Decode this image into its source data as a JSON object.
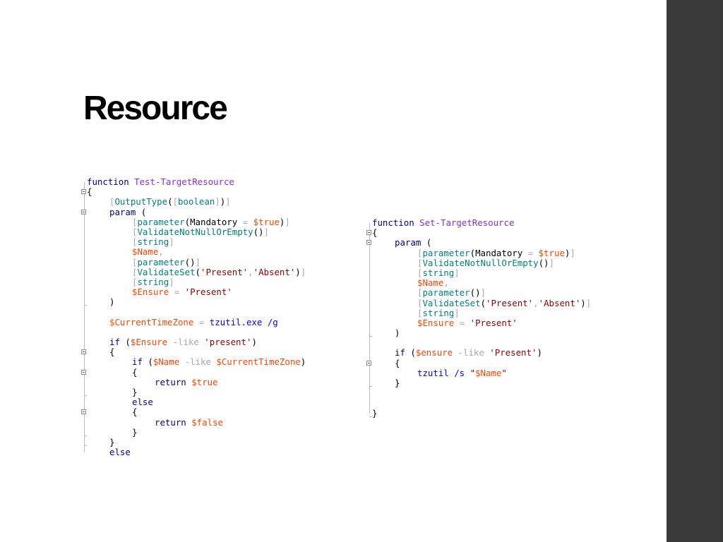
{
  "slide": {
    "title": "Resource"
  },
  "colors": {
    "sidebar": "#3a3a3a",
    "keyword": "#00008b",
    "function_name": "#8a2be2",
    "type": "#008080",
    "variable": "#ff4500",
    "operator": "#a9a9a9",
    "string": "#8b0000",
    "command": "#0000ff"
  },
  "code_left": {
    "lines": [
      {
        "indent": 0,
        "fold": false,
        "tokens": [
          {
            "t": "function ",
            "c": "kw"
          },
          {
            "t": "Test-TargetResource",
            "c": "fn"
          }
        ]
      },
      {
        "indent": 0,
        "fold": true,
        "tokens": [
          {
            "t": "{",
            "c": "par"
          }
        ]
      },
      {
        "indent": 1,
        "fold": false,
        "tokens": [
          {
            "t": "[",
            "c": "brk"
          },
          {
            "t": "OutputType",
            "c": "ty"
          },
          {
            "t": "(",
            "c": "par"
          },
          {
            "t": "[",
            "c": "brk"
          },
          {
            "t": "boolean",
            "c": "ty"
          },
          {
            "t": "]",
            "c": "brk"
          },
          {
            "t": ")",
            "c": "par"
          },
          {
            "t": "]",
            "c": "brk"
          }
        ]
      },
      {
        "indent": 1,
        "fold": true,
        "tokens": [
          {
            "t": "param ",
            "c": "kw"
          },
          {
            "t": "(",
            "c": "par"
          }
        ]
      },
      {
        "indent": 2,
        "fold": false,
        "tokens": [
          {
            "t": "[",
            "c": "brk"
          },
          {
            "t": "parameter",
            "c": "ty"
          },
          {
            "t": "(",
            "c": "par"
          },
          {
            "t": "Mandatory",
            "c": "tx"
          },
          {
            "t": " = ",
            "c": "op"
          },
          {
            "t": "$true",
            "c": "var"
          },
          {
            "t": ")",
            "c": "par"
          },
          {
            "t": "]",
            "c": "brk"
          }
        ]
      },
      {
        "indent": 2,
        "fold": false,
        "tokens": [
          {
            "t": "[",
            "c": "brk"
          },
          {
            "t": "ValidateNotNullOrEmpty",
            "c": "ty"
          },
          {
            "t": "()",
            "c": "par"
          },
          {
            "t": "]",
            "c": "brk"
          }
        ]
      },
      {
        "indent": 2,
        "fold": false,
        "tokens": [
          {
            "t": "[",
            "c": "brk"
          },
          {
            "t": "string",
            "c": "ty"
          },
          {
            "t": "]",
            "c": "brk"
          }
        ]
      },
      {
        "indent": 2,
        "fold": false,
        "tokens": [
          {
            "t": "$Name",
            "c": "var"
          },
          {
            "t": ",",
            "c": "op"
          }
        ]
      },
      {
        "indent": 2,
        "fold": false,
        "tokens": [
          {
            "t": "[",
            "c": "brk"
          },
          {
            "t": "parameter",
            "c": "ty"
          },
          {
            "t": "()",
            "c": "par"
          },
          {
            "t": "]",
            "c": "brk"
          }
        ]
      },
      {
        "indent": 2,
        "fold": false,
        "tokens": [
          {
            "t": "[",
            "c": "brk"
          },
          {
            "t": "ValidateSet",
            "c": "ty"
          },
          {
            "t": "(",
            "c": "par"
          },
          {
            "t": "'Present'",
            "c": "str"
          },
          {
            "t": ",",
            "c": "op"
          },
          {
            "t": "'Absent'",
            "c": "str"
          },
          {
            "t": ")",
            "c": "par"
          },
          {
            "t": "]",
            "c": "brk"
          }
        ]
      },
      {
        "indent": 2,
        "fold": false,
        "tokens": [
          {
            "t": "[",
            "c": "brk"
          },
          {
            "t": "string",
            "c": "ty"
          },
          {
            "t": "]",
            "c": "brk"
          }
        ]
      },
      {
        "indent": 2,
        "fold": false,
        "tokens": [
          {
            "t": "$Ensure",
            "c": "var"
          },
          {
            "t": " = ",
            "c": "op"
          },
          {
            "t": "'Present'",
            "c": "str"
          }
        ]
      },
      {
        "indent": 1,
        "fold": false,
        "tick": true,
        "tokens": [
          {
            "t": ")",
            "c": "par"
          }
        ]
      },
      {
        "indent": 0,
        "fold": false,
        "tokens": []
      },
      {
        "indent": 1,
        "fold": false,
        "tokens": [
          {
            "t": "$CurrentTimeZone",
            "c": "var"
          },
          {
            "t": " = ",
            "c": "op"
          },
          {
            "t": "tzutil.exe",
            "c": "cmd"
          },
          {
            "t": " /g",
            "c": "cmd"
          }
        ]
      },
      {
        "indent": 0,
        "fold": false,
        "tokens": []
      },
      {
        "indent": 1,
        "fold": false,
        "tokens": [
          {
            "t": "if ",
            "c": "kw"
          },
          {
            "t": "(",
            "c": "par"
          },
          {
            "t": "$Ensure",
            "c": "var"
          },
          {
            "t": " -like ",
            "c": "op"
          },
          {
            "t": "'present'",
            "c": "str"
          },
          {
            "t": ")",
            "c": "par"
          }
        ]
      },
      {
        "indent": 1,
        "fold": true,
        "tokens": [
          {
            "t": "{",
            "c": "par"
          }
        ]
      },
      {
        "indent": 2,
        "fold": false,
        "tokens": [
          {
            "t": "if ",
            "c": "kw"
          },
          {
            "t": "(",
            "c": "par"
          },
          {
            "t": "$Name",
            "c": "var"
          },
          {
            "t": " -like ",
            "c": "op"
          },
          {
            "t": "$CurrentTimeZone",
            "c": "var"
          },
          {
            "t": ")",
            "c": "par"
          }
        ]
      },
      {
        "indent": 2,
        "fold": true,
        "tokens": [
          {
            "t": "{",
            "c": "par"
          }
        ]
      },
      {
        "indent": 3,
        "fold": false,
        "tokens": [
          {
            "t": "return ",
            "c": "kw"
          },
          {
            "t": "$true",
            "c": "var"
          }
        ]
      },
      {
        "indent": 2,
        "fold": false,
        "tick": true,
        "tokens": [
          {
            "t": "}",
            "c": "par"
          }
        ]
      },
      {
        "indent": 2,
        "fold": false,
        "tokens": [
          {
            "t": "else",
            "c": "kw"
          }
        ]
      },
      {
        "indent": 2,
        "fold": true,
        "tokens": [
          {
            "t": "{",
            "c": "par"
          }
        ]
      },
      {
        "indent": 3,
        "fold": false,
        "tokens": [
          {
            "t": "return ",
            "c": "kw"
          },
          {
            "t": "$false",
            "c": "var"
          }
        ]
      },
      {
        "indent": 2,
        "fold": false,
        "tick": true,
        "tokens": [
          {
            "t": "}",
            "c": "par"
          }
        ]
      },
      {
        "indent": 1,
        "fold": false,
        "tick": true,
        "tokens": [
          {
            "t": "}",
            "c": "par"
          }
        ]
      },
      {
        "indent": 1,
        "fold": false,
        "tokens": [
          {
            "t": "else",
            "c": "kw"
          }
        ]
      }
    ]
  },
  "code_right": {
    "lines": [
      {
        "indent": 0,
        "fold": false,
        "tokens": [
          {
            "t": "function ",
            "c": "kw"
          },
          {
            "t": "Set-TargetResource",
            "c": "fn"
          }
        ]
      },
      {
        "indent": 0,
        "fold": true,
        "tokens": [
          {
            "t": "{",
            "c": "par"
          }
        ]
      },
      {
        "indent": 1,
        "fold": true,
        "tokens": [
          {
            "t": "param ",
            "c": "kw"
          },
          {
            "t": "(",
            "c": "par"
          }
        ]
      },
      {
        "indent": 2,
        "fold": false,
        "tokens": [
          {
            "t": "[",
            "c": "brk"
          },
          {
            "t": "parameter",
            "c": "ty"
          },
          {
            "t": "(",
            "c": "par"
          },
          {
            "t": "Mandatory",
            "c": "tx"
          },
          {
            "t": " = ",
            "c": "op"
          },
          {
            "t": "$true",
            "c": "var"
          },
          {
            "t": ")",
            "c": "par"
          },
          {
            "t": "]",
            "c": "brk"
          }
        ]
      },
      {
        "indent": 2,
        "fold": false,
        "tokens": [
          {
            "t": "[",
            "c": "brk"
          },
          {
            "t": "ValidateNotNullOrEmpty",
            "c": "ty"
          },
          {
            "t": "()",
            "c": "par"
          },
          {
            "t": "]",
            "c": "brk"
          }
        ]
      },
      {
        "indent": 2,
        "fold": false,
        "tokens": [
          {
            "t": "[",
            "c": "brk"
          },
          {
            "t": "string",
            "c": "ty"
          },
          {
            "t": "]",
            "c": "brk"
          }
        ]
      },
      {
        "indent": 2,
        "fold": false,
        "tokens": [
          {
            "t": "$Name",
            "c": "var"
          },
          {
            "t": ",",
            "c": "op"
          }
        ]
      },
      {
        "indent": 2,
        "fold": false,
        "tokens": [
          {
            "t": "[",
            "c": "brk"
          },
          {
            "t": "parameter",
            "c": "ty"
          },
          {
            "t": "()",
            "c": "par"
          },
          {
            "t": "]",
            "c": "brk"
          }
        ]
      },
      {
        "indent": 2,
        "fold": false,
        "tokens": [
          {
            "t": "[",
            "c": "brk"
          },
          {
            "t": "ValidateSet",
            "c": "ty"
          },
          {
            "t": "(",
            "c": "par"
          },
          {
            "t": "'Present'",
            "c": "str"
          },
          {
            "t": ",",
            "c": "op"
          },
          {
            "t": "'Absent'",
            "c": "str"
          },
          {
            "t": ")",
            "c": "par"
          },
          {
            "t": "]",
            "c": "brk"
          }
        ]
      },
      {
        "indent": 2,
        "fold": false,
        "tokens": [
          {
            "t": "[",
            "c": "brk"
          },
          {
            "t": "string",
            "c": "ty"
          },
          {
            "t": "]",
            "c": "brk"
          }
        ]
      },
      {
        "indent": 2,
        "fold": false,
        "tokens": [
          {
            "t": "$Ensure",
            "c": "var"
          },
          {
            "t": " = ",
            "c": "op"
          },
          {
            "t": "'Present'",
            "c": "str"
          }
        ]
      },
      {
        "indent": 1,
        "fold": false,
        "tick": true,
        "tokens": [
          {
            "t": ")",
            "c": "par"
          }
        ]
      },
      {
        "indent": 0,
        "fold": false,
        "tokens": []
      },
      {
        "indent": 1,
        "fold": false,
        "tokens": [
          {
            "t": "if ",
            "c": "kw"
          },
          {
            "t": "(",
            "c": "par"
          },
          {
            "t": "$ensure",
            "c": "var"
          },
          {
            "t": " -like ",
            "c": "op"
          },
          {
            "t": "'Present'",
            "c": "str"
          },
          {
            "t": ")",
            "c": "par"
          }
        ]
      },
      {
        "indent": 1,
        "fold": true,
        "tokens": [
          {
            "t": "{",
            "c": "par"
          }
        ]
      },
      {
        "indent": 2,
        "fold": false,
        "tokens": [
          {
            "t": "tzutil",
            "c": "cmd"
          },
          {
            "t": " /s ",
            "c": "cmd"
          },
          {
            "t": "\"",
            "c": "str"
          },
          {
            "t": "$Name",
            "c": "var"
          },
          {
            "t": "\"",
            "c": "str"
          }
        ]
      },
      {
        "indent": 1,
        "fold": false,
        "tick": true,
        "tokens": [
          {
            "t": "}",
            "c": "par"
          }
        ]
      },
      {
        "indent": 0,
        "fold": false,
        "tokens": []
      },
      {
        "indent": 0,
        "fold": false,
        "tokens": []
      },
      {
        "indent": 0,
        "fold": false,
        "tick": true,
        "tokens": [
          {
            "t": "}",
            "c": "par"
          }
        ]
      }
    ]
  }
}
